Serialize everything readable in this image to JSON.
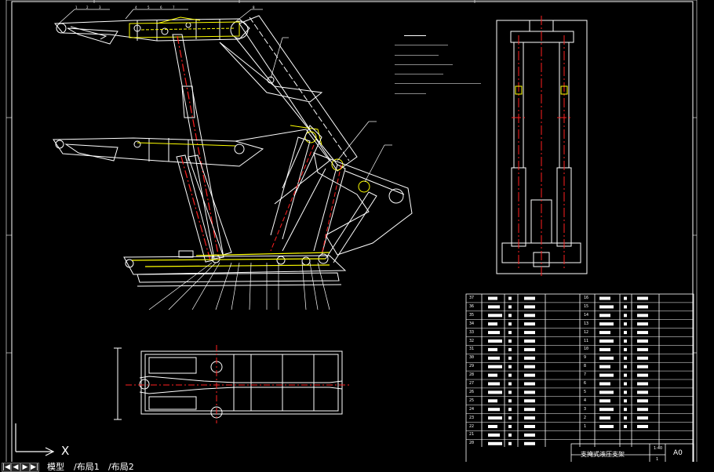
{
  "title_block": {
    "drawing_title": "支掩式液压支架",
    "scale": "1:40",
    "sheet_number": "1",
    "sheet_size": "A0"
  },
  "bom_rows_left": [
    "37",
    "36",
    "35",
    "34",
    "33",
    "32",
    "31",
    "30",
    "29",
    "28",
    "27",
    "26",
    "25",
    "24",
    "23",
    "22",
    "21",
    "20"
  ],
  "bom_rows_right": [
    "16",
    "15",
    "14",
    "13",
    "12",
    "11",
    "10",
    "9",
    "8",
    "7",
    "6",
    "5",
    "4",
    "3",
    "2",
    "1"
  ],
  "ucs": {
    "x_label": "X"
  },
  "tabs": {
    "model": "模型",
    "layout1": "布局1",
    "layout2": "布局2"
  },
  "colors": {
    "yellow": "#ffff00",
    "red": "#ff2020",
    "white": "#ffffff",
    "background": "#000000"
  }
}
